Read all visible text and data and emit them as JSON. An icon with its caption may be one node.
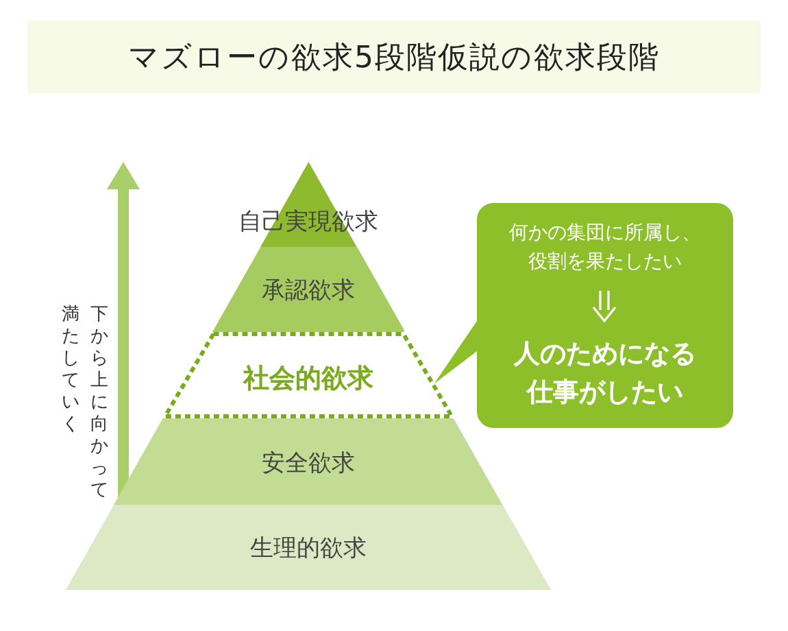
{
  "diagram": {
    "title": "マズローの欲求5段階仮説の欲求段階",
    "nodes": [
      {
        "text": [
          "自己実現欲求"
        ]
      },
      {
        "text": [
          "承認欲求"
        ]
      },
      {
        "text": [
          "社会的欲求"
        ]
      },
      {
        "text": [
          "安全欲求"
        ]
      },
      {
        "text": [
          "生理的欲求"
        ]
      },
      {
        "text": [
          "何かの集団に所属し、役割を果たしたい",
          "人のためになる仕事がしたい"
        ]
      }
    ],
    "edges": [
      {
        "from": 5,
        "to": 2,
        "arrow": "none"
      }
    ],
    "labels": [
      "下から上に向かって満たしていく"
    ]
  }
}
